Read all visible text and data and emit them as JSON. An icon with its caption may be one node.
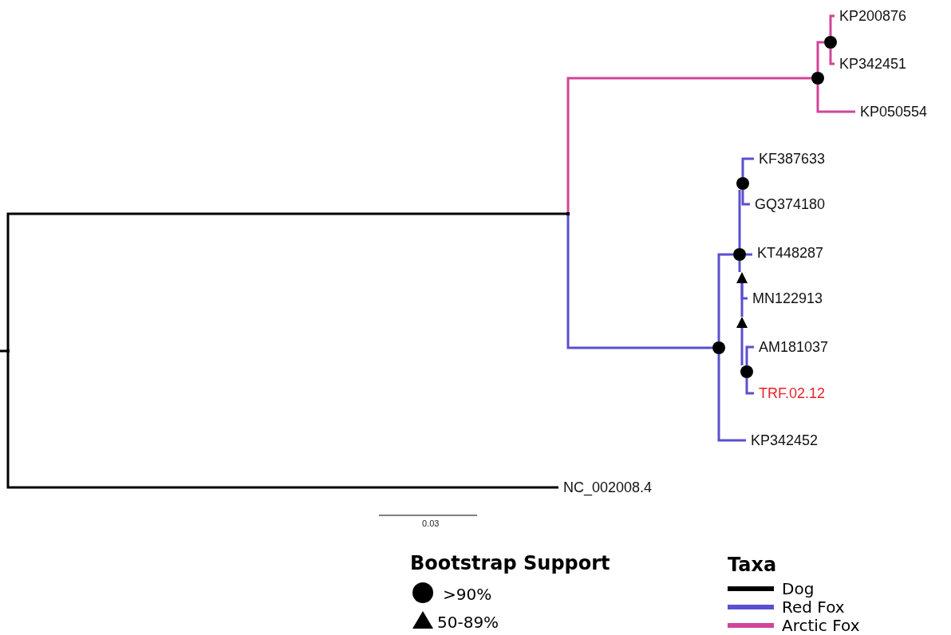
{
  "diagram": {
    "nodes": [
      {
        "text": [],
        "shape": "point"
      },
      {
        "text": [],
        "shape": "point"
      },
      {
        "text": [],
        "shape": "circle"
      },
      {
        "text": [],
        "shape": "circle"
      },
      {
        "text": [
          "KP200876"
        ]
      },
      {
        "text": [
          "KP342451"
        ]
      },
      {
        "text": [
          "KP050554"
        ]
      },
      {
        "text": [],
        "shape": "circle"
      },
      {
        "text": [],
        "shape": "circle"
      },
      {
        "text": [],
        "shape": "circle"
      },
      {
        "text": [
          "KF387633"
        ]
      },
      {
        "text": [
          "GQ374180"
        ]
      },
      {
        "text": [
          "KT448287"
        ]
      },
      {
        "text": [],
        "shape": "triangle"
      },
      {
        "text": [
          "MN122913"
        ]
      },
      {
        "text": [],
        "shape": "triangle"
      },
      {
        "text": [],
        "shape": "circle"
      },
      {
        "text": [
          "AM181037"
        ]
      },
      {
        "text": [
          "TRF.02.12"
        ]
      },
      {
        "text": [
          "KP342452"
        ]
      },
      {
        "text": [
          "NC_002008.4"
        ]
      }
    ],
    "edges": [
      {
        "from": 0,
        "to": 1,
        "arrow": "none",
        "color": "#000000"
      },
      {
        "from": 0,
        "to": 20,
        "arrow": "none",
        "color": "#000000"
      },
      {
        "from": 1,
        "to": 2,
        "arrow": "none",
        "color": "#d0459a"
      },
      {
        "from": 2,
        "to": 3,
        "arrow": "none",
        "color": "#d0459a"
      },
      {
        "from": 3,
        "to": 4,
        "arrow": "none",
        "color": "#d0459a"
      },
      {
        "from": 3,
        "to": 5,
        "arrow": "none",
        "color": "#d0459a"
      },
      {
        "from": 2,
        "to": 6,
        "arrow": "none",
        "color": "#d0459a"
      },
      {
        "from": 1,
        "to": 7,
        "arrow": "none"
      },
      {
        "from": 7,
        "to": 8,
        "arrow": "none"
      },
      {
        "from": 8,
        "to": 9,
        "arrow": "none"
      },
      {
        "from": 9,
        "to": 10,
        "arrow": "none"
      },
      {
        "from": 9,
        "to": 11,
        "arrow": "none"
      },
      {
        "from": 8,
        "to": 12,
        "arrow": "none"
      },
      {
        "from": 8,
        "to": 13,
        "arrow": "none"
      },
      {
        "from": 13,
        "to": 14,
        "arrow": "none"
      },
      {
        "from": 13,
        "to": 15,
        "arrow": "none"
      },
      {
        "from": 15,
        "to": 16,
        "arrow": "none"
      },
      {
        "from": 16,
        "to": 17,
        "arrow": "none"
      },
      {
        "from": 16,
        "to": 18,
        "arrow": "none"
      },
      {
        "from": 7,
        "to": 19,
        "arrow": "none"
      }
    ],
    "labels": [
      "0.03",
      "Bootstrap Support",
      "Taxa"
    ],
    "legend": [
      {
        "text": ">90%"
      },
      {
        "text": "50-89%"
      },
      {
        "text": "Dog",
        "color": "#000000"
      },
      {
        "text": "Red Fox",
        "color": "#5a4fcf"
      },
      {
        "text": "Arctic Fox",
        "color": "#d0459a"
      }
    ]
  }
}
